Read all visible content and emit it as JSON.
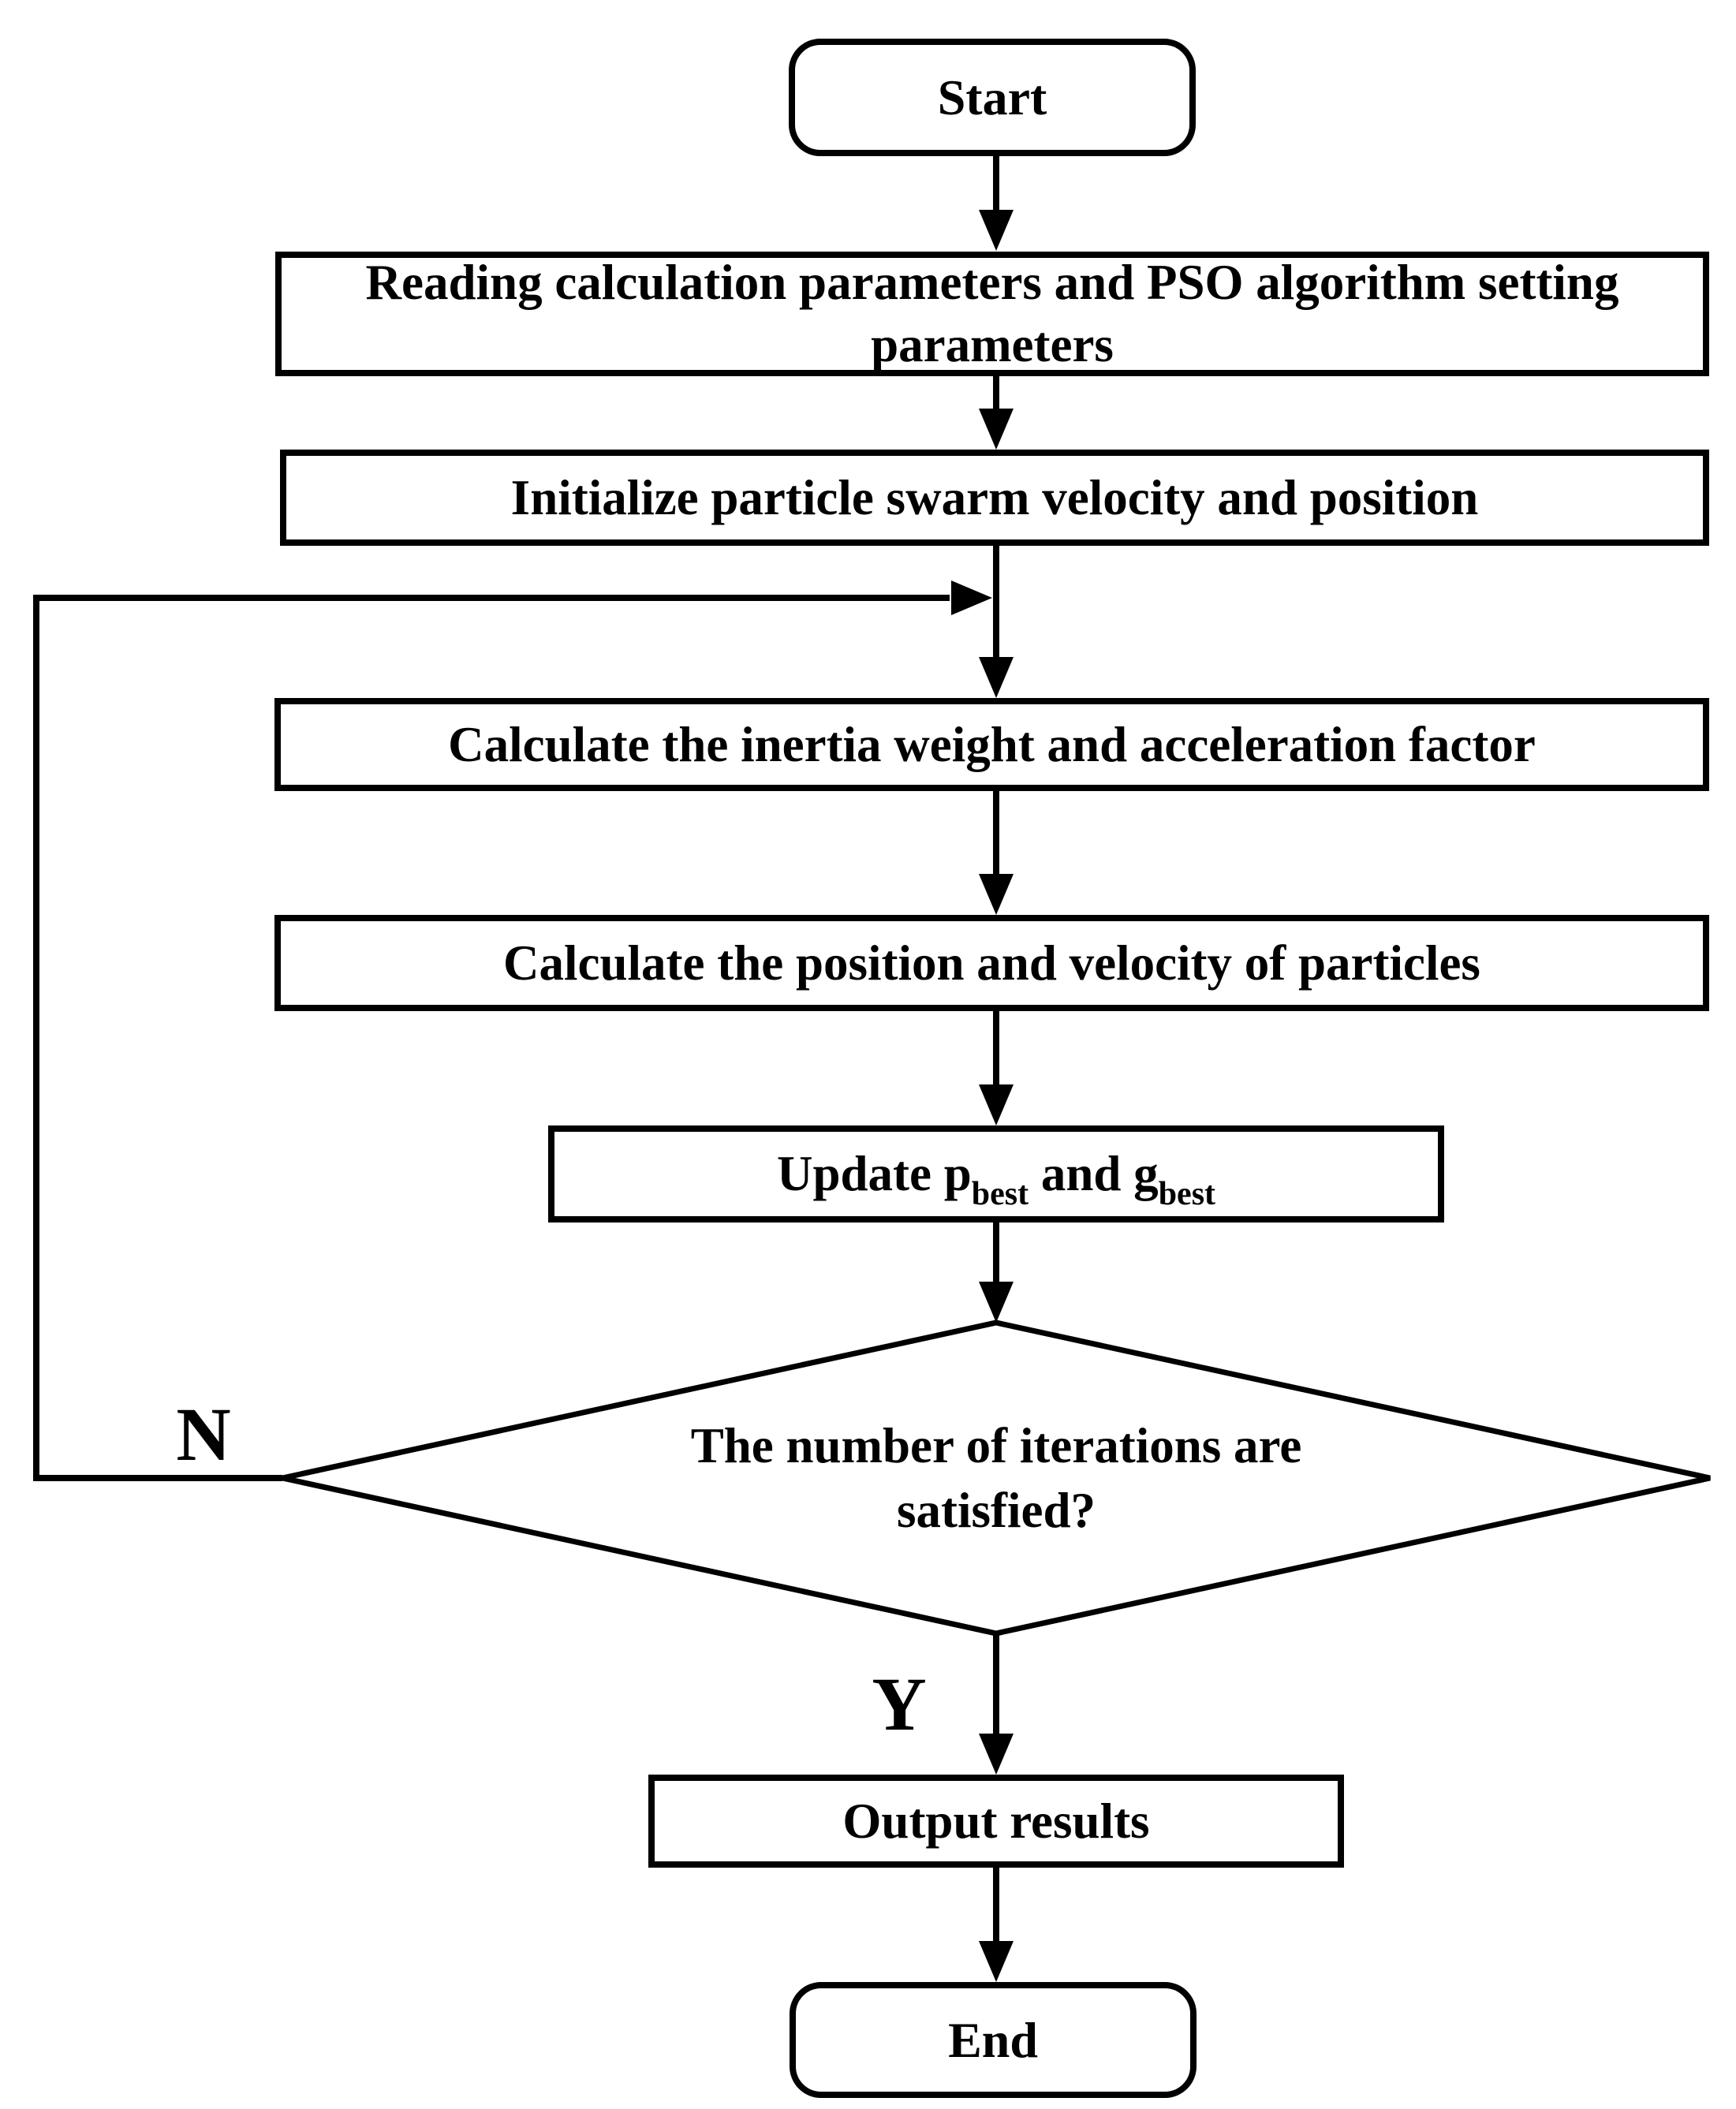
{
  "flowchart": {
    "nodes": {
      "start": {
        "label": "Start"
      },
      "read_params": {
        "lines": [
          "Reading calculation parameters and PSO algorithm setting",
          "parameters"
        ]
      },
      "initialize": {
        "label": "Initialize particle swarm velocity and position"
      },
      "inertia": {
        "label": "Calculate the inertia weight and acceleration factor"
      },
      "position_velocity": {
        "label": "Calculate the position and velocity of particles"
      },
      "update_best": {
        "prefix": "Update p",
        "sub_1": "best",
        "middle": " and g",
        "sub_2": "best"
      },
      "decision": {
        "lines": [
          "The number of iterations are",
          "satisfied?"
        ]
      },
      "output": {
        "label": "Output results"
      },
      "end": {
        "label": "End"
      }
    },
    "edge_labels": {
      "no": "N",
      "yes": "Y"
    },
    "colors": {
      "line": "#000000",
      "fill": "#ffffff",
      "text": "#000000"
    }
  }
}
